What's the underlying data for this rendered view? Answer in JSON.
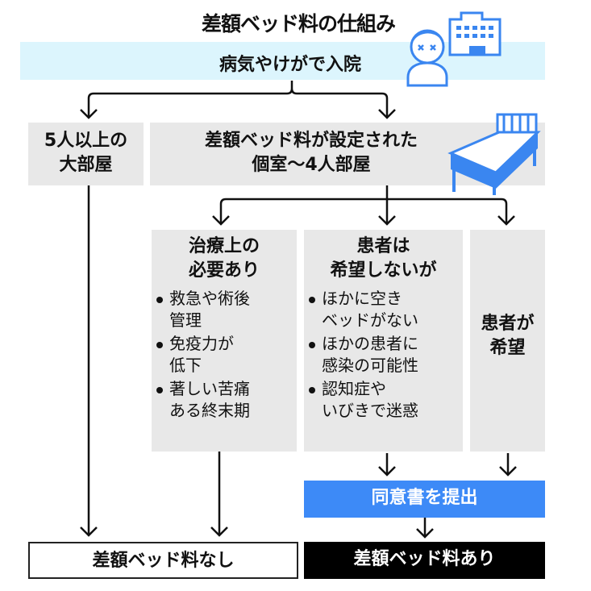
{
  "title": "差額ベッド料の仕組み",
  "start": "病気やけがで入院",
  "rooms": {
    "large_line1": "5人以上の",
    "large_line2": "大部屋",
    "private_line1": "差額ベッド料が設定された",
    "private_line2": "個室〜4人部屋"
  },
  "cases": [
    {
      "title_line1": "治療上の",
      "title_line2": "必要あり",
      "items": [
        {
          "l1": "救急や術後",
          "l2": "管理"
        },
        {
          "l1": "免疫力が",
          "l2": "低下"
        },
        {
          "l1": "著しい苦痛",
          "l2": "ある終末期"
        }
      ]
    },
    {
      "title_line1": "患者は",
      "title_line2": "希望しないが",
      "items": [
        {
          "l1": "ほかに空き",
          "l2": "ベッドがない"
        },
        {
          "l1": "ほかの患者に",
          "l2": "感染の可能性"
        },
        {
          "l1": "認知症や",
          "l2": "いびきで迷惑"
        }
      ]
    },
    {
      "title_line1": "患者が",
      "title_line2": "希望"
    }
  ],
  "consent": "同意書を提出",
  "result_none": "差額ベッド料なし",
  "result_charged": "差額ベッド料あり",
  "colors": {
    "band": "#dcf5fd",
    "gray": "#e8e8e8",
    "blue": "#3d8af7",
    "icon": "#3a86f0"
  }
}
